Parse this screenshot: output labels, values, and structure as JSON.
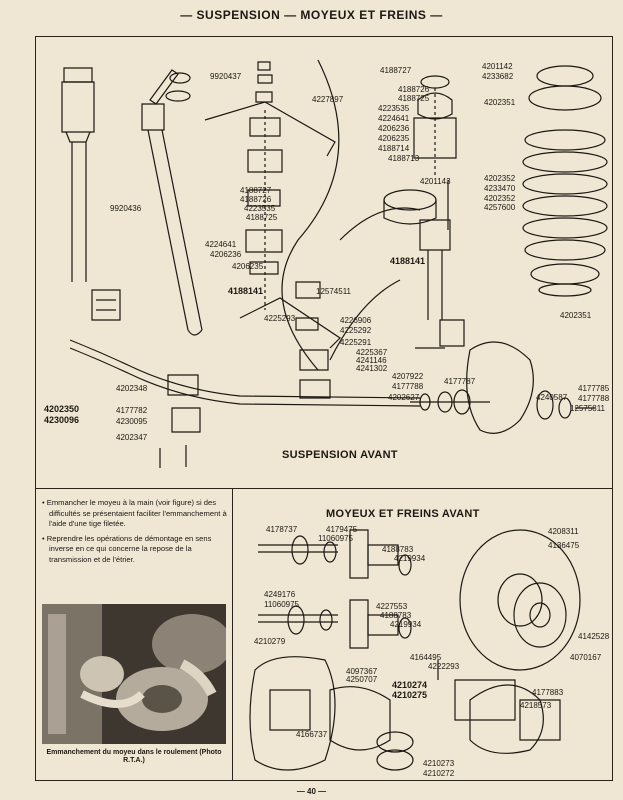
{
  "header": {
    "title": "— SUSPENSION — MOYEUX ET FREINS —"
  },
  "suspension": {
    "title": "SUSPENSION AVANT",
    "labels": {
      "p9920437": "9920437",
      "p9920436": "9920436",
      "p4227897": "4227897",
      "p4188727a": "4188727",
      "p4188726a": "4188726",
      "p4188725a": "4188725",
      "p4223535a": "4223535",
      "p4224641a": "4224641",
      "p4206236a": "4206236",
      "p4206235a": "4206235",
      "p4188714": "4188714",
      "p4188713": "4188713",
      "p4188727b": "4188727",
      "p4188726b": "4188726",
      "p4223535b": "4223535",
      "p4188725b": "4188725",
      "p4224641b": "4224641",
      "p4206236b": "4206236",
      "p4206235b": "4206235",
      "p4188141a": "4188141",
      "p12574511": "12574511",
      "p4225293": "4225293",
      "p4226906": "4226906",
      "p4225292": "4225292",
      "p4225291": "4225291",
      "p4225367": "4225367",
      "p4241146": "4241146",
      "p4241302": "4241302",
      "p4201143": "4201143",
      "p4188141b": "4188141",
      "p4201142": "4201142",
      "p4233682": "4233682",
      "p4202351a": "4202351",
      "p4202352a": "4202352",
      "p4233470": "4233470",
      "p4202352b": "4202352",
      "p4257600": "4257600",
      "p4202351b": "4202351",
      "p4202348": "4202348",
      "p4202350": "4202350",
      "p4230096": "4230096",
      "p4177782": "4177782",
      "p4230095": "4230095",
      "p4202347": "4202347",
      "p4207922": "4207922",
      "p4177788a": "4177788",
      "p4177787": "4177787",
      "p4202627": "4202627",
      "p4240587": "4240587",
      "p4177785": "4177785",
      "p4177788b": "4177788",
      "p12575811": "12575811"
    }
  },
  "moyeux": {
    "title": "MOYEUX ET FREINS AVANT",
    "labels": {
      "p4178737": "4178737",
      "p4179475": "4179475",
      "p11060975": "11060975",
      "p4188783a": "4188783",
      "p4219934a": "4219934",
      "p4208311": "4208311",
      "p4136475": "4136475",
      "p4249176": "4249176",
      "p11060975b": "11060975",
      "p4227553": "4227553",
      "p4188783b": "4188783",
      "p4219934b": "4219934",
      "p4142528": "4142528",
      "p4070167": "4070167",
      "p4210279": "4210279",
      "p4164495": "4164495",
      "p4222293": "4222293",
      "p4097367": "4097367",
      "p4250707": "4250707",
      "p4210274": "4210274",
      "p4210275": "4210275",
      "p4177883": "4177883",
      "p4166737": "4166737",
      "p4218573": "4218573",
      "p4210273": "4210273",
      "p4210272": "4210272"
    }
  },
  "notes": [
    "Emmancher le moyeu à la main (voir figure) si des difficultés se présentaient faciliter l'emmanchement à l'aide d'une tige filetée.",
    "Reprendre les opérations de démontage en sens inverse en ce qui concerne la repose de la transmission et de l'étrier."
  ],
  "photo": {
    "caption": "Emmanchement du moyeu dans le roulement (Photo R.T.A.)"
  },
  "page": {
    "number": "— 40 —"
  }
}
